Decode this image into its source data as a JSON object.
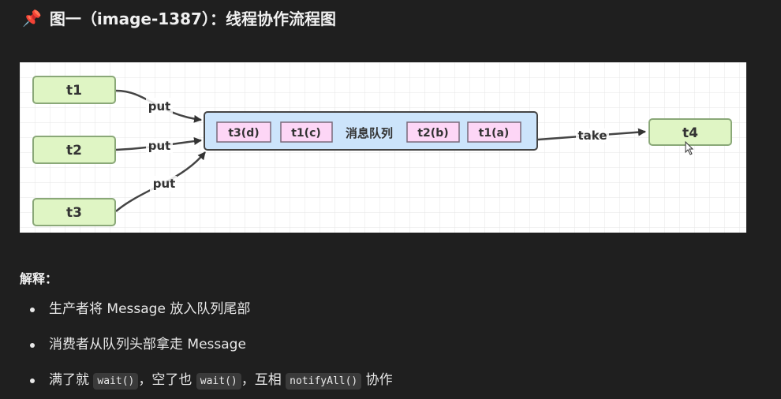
{
  "title": {
    "icon": "pushpin-icon",
    "text": "图一（image-1387）：线程协作流程图"
  },
  "diagram": {
    "producers": [
      "t1",
      "t2",
      "t3"
    ],
    "edge_put": "put",
    "queue_label": "消息队列",
    "queue_items_left": [
      "t3(d)",
      "t1(c)"
    ],
    "queue_items_right": [
      "t2(b)",
      "t1(a)"
    ],
    "edge_take": "take",
    "consumer": "t4",
    "colors": {
      "thread": "#dff5c4",
      "queue": "#cce4fb",
      "item": "#fdd6f6"
    }
  },
  "explain": {
    "heading": "解释：",
    "items": [
      {
        "text": "生产者将 Message 放入队列尾部"
      },
      {
        "text": "消费者从队列头部拿走 Message"
      },
      {
        "p1": "满了就",
        "c1": "wait()",
        "p2": "，空了也",
        "c2": "wait()",
        "p3": "，互相",
        "c3": "notifyAll()",
        "p4": "协作"
      }
    ]
  }
}
